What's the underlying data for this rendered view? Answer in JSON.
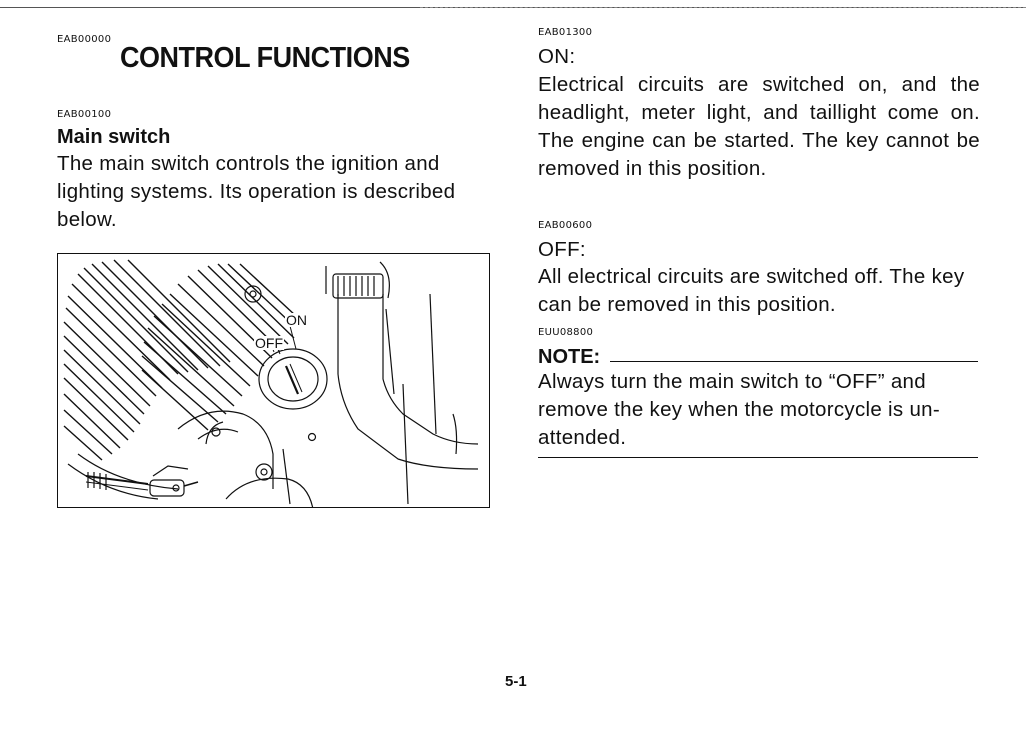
{
  "left": {
    "code_section": "EAB00000",
    "title": "CONTROL FUNCTIONS",
    "code_main_switch": "EAB00100",
    "main_switch_heading": "Main switch",
    "main_switch_body": "The main switch controls the ignition and lighting systems. Its operation is described below.",
    "figure": {
      "label_on": "ON",
      "label_off": "OFF"
    }
  },
  "right": {
    "code_on": "EAB01300",
    "on_heading": "ON:",
    "on_body": "Electrical circuits are switched on, and the headlight, meter light, and taillight come on. The engine can be started. The key cannot be removed in this position.",
    "code_off": "EAB00600",
    "off_heading": "OFF:",
    "off_body": "All electrical circuits are switched off. The key can be removed in this position.",
    "code_note": "EUU08800",
    "note_heading": "NOTE:",
    "note_body": "Always turn the main switch to “OFF” and remove the key when the motorcycle is un-attended."
  },
  "footer": {
    "page_number": "5-1"
  }
}
